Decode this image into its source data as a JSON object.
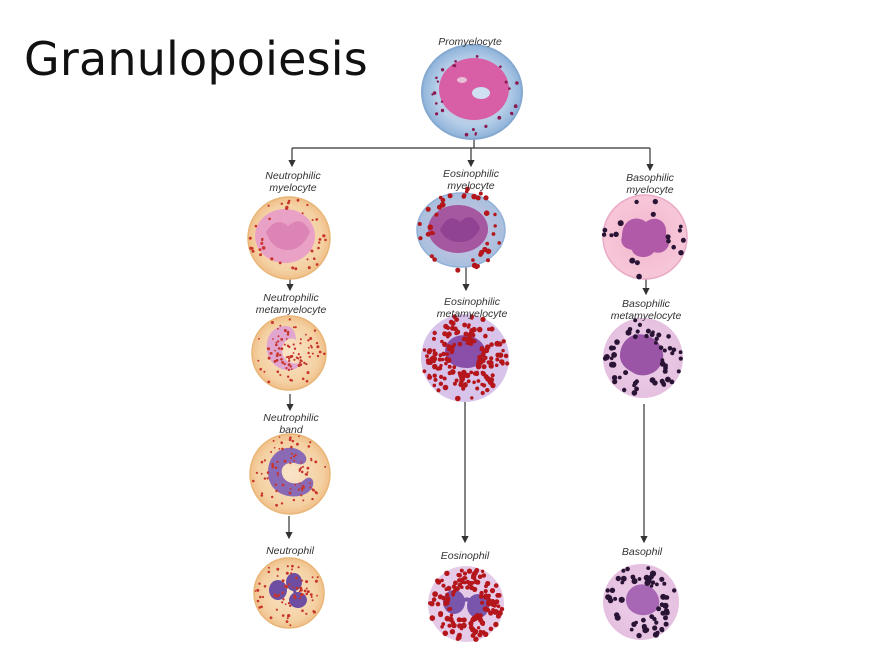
{
  "slide": {
    "title": "Granulopoiesis"
  },
  "diagram": {
    "root": {
      "label": "Promyelocyte"
    },
    "branches": [
      {
        "id": "neutrophilic",
        "stages": [
          {
            "label_lines": [
              "Neutrophilic",
              "myelocyte"
            ]
          },
          {
            "label_lines": [
              "Neutrophilic",
              "metamyelocyte"
            ]
          },
          {
            "label_lines": [
              "Neutrophilic",
              "band"
            ]
          },
          {
            "label_lines": [
              "Neutrophil"
            ]
          }
        ]
      },
      {
        "id": "eosinophilic",
        "stages": [
          {
            "label_lines": [
              "Eosinophilic",
              "myelocyte"
            ]
          },
          {
            "label_lines": [
              "Eosinophilic",
              "metamyelocyte"
            ]
          },
          {
            "label_lines": [
              "Eosinophil"
            ]
          }
        ]
      },
      {
        "id": "basophilic",
        "stages": [
          {
            "label_lines": [
              "Basophilic",
              "myelocyte"
            ]
          },
          {
            "label_lines": [
              "Basophilic",
              "metamyelocyte"
            ]
          },
          {
            "label_lines": [
              "Basophil"
            ]
          }
        ]
      }
    ]
  },
  "colors": {
    "arrow": "#333333",
    "neutrophil_granule": "#c8342a",
    "eosinophil_granule": "#b4161b",
    "basophil_granule": "#2a1436",
    "nucleus": "#8d5aa6",
    "promyelocyte_cytoplasm": "#a9c6e2"
  }
}
